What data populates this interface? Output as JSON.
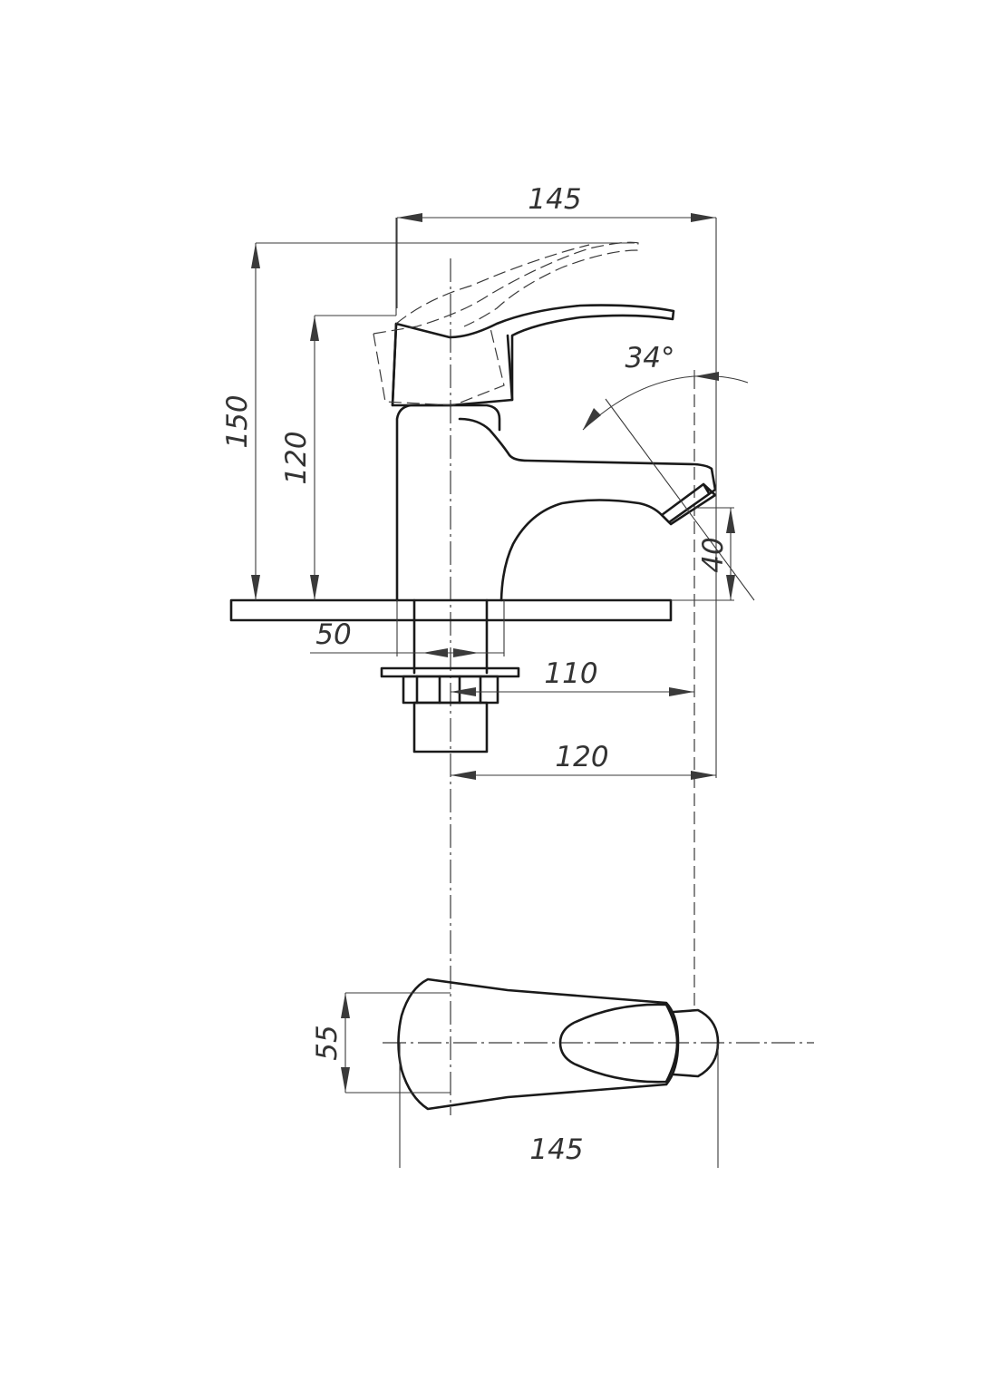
{
  "drawing": {
    "dimensions": {
      "top_width": "145",
      "total_height": "150",
      "lever_height": "120",
      "lever_angle": "34°",
      "spout_height": "40",
      "base_width": "50",
      "mount_offset": "110",
      "spout_reach": "120",
      "plan_width": "55",
      "plan_length": "145"
    }
  }
}
